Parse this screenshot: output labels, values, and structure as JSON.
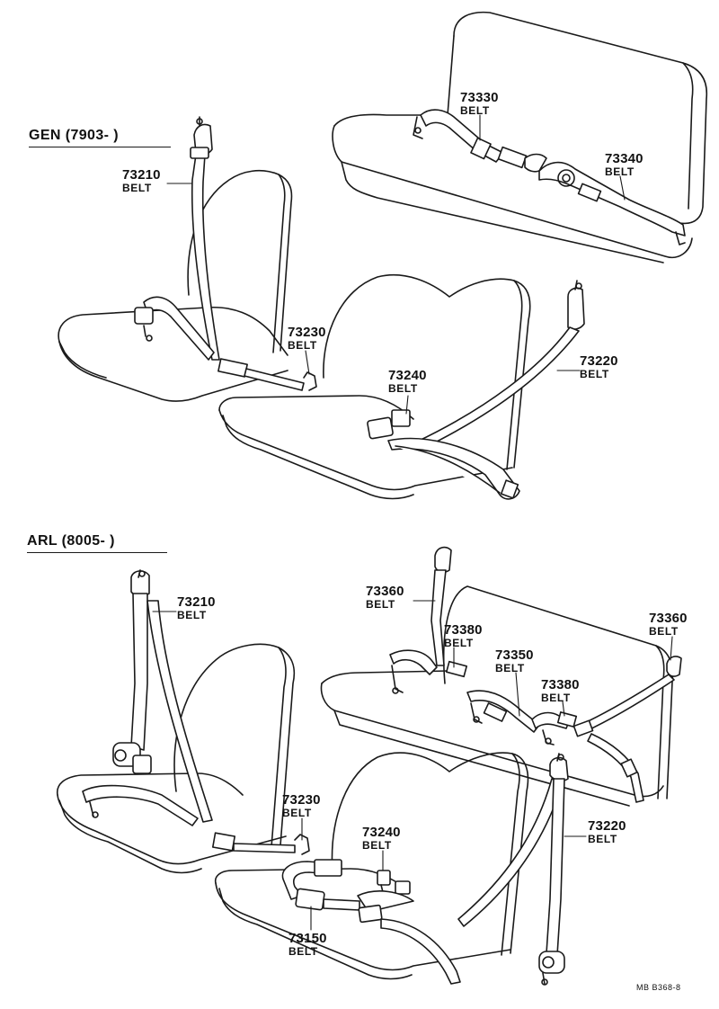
{
  "sections": [
    {
      "title": "GEN (7903-      )",
      "labels": [
        {
          "id": "gen-73210",
          "number": "73210",
          "text": "BELT"
        },
        {
          "id": "gen-73230",
          "number": "73230",
          "text": "BELT"
        },
        {
          "id": "gen-73240",
          "number": "73240",
          "text": "BELT"
        },
        {
          "id": "gen-73220",
          "number": "73220",
          "text": "BELT"
        },
        {
          "id": "gen-73330",
          "number": "73330",
          "text": "BELT"
        },
        {
          "id": "gen-73340",
          "number": "73340",
          "text": "BELT"
        }
      ]
    },
    {
      "title": "ARL (8005-      )",
      "labels": [
        {
          "id": "arl-73210",
          "number": "73210",
          "text": "BELT"
        },
        {
          "id": "arl-73230",
          "number": "73230",
          "text": "BELT"
        },
        {
          "id": "arl-73240",
          "number": "73240",
          "text": "BELT"
        },
        {
          "id": "arl-73150",
          "number": "73150",
          "text": "BELT"
        },
        {
          "id": "arl-73220",
          "number": "73220",
          "text": "BELT"
        },
        {
          "id": "arl-73360a",
          "number": "73360",
          "text": "BELT"
        },
        {
          "id": "arl-73380a",
          "number": "73380",
          "text": "BELT"
        },
        {
          "id": "arl-73350",
          "number": "73350",
          "text": "BELT"
        },
        {
          "id": "arl-73380b",
          "number": "73380",
          "text": "BELT"
        },
        {
          "id": "arl-73360b",
          "number": "73360",
          "text": "BELT"
        }
      ]
    }
  ],
  "footer_code": "MB  B368-8"
}
